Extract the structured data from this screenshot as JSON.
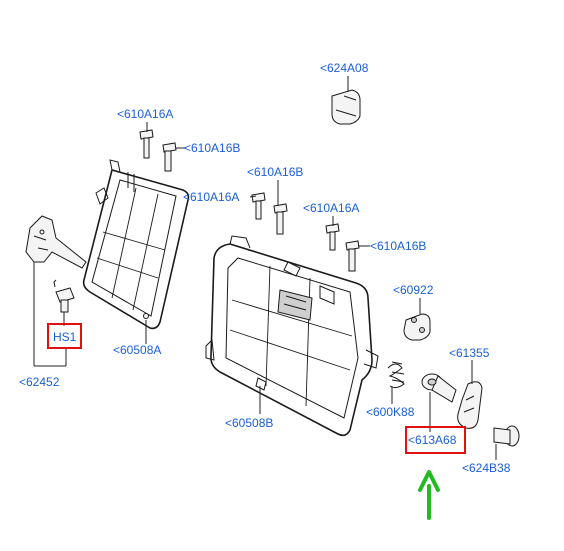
{
  "parts": [
    {
      "id": "p624A08",
      "text": "<624A08"
    },
    {
      "id": "p610A16A_1",
      "text": "<610A16A"
    },
    {
      "id": "p610A16B_1",
      "text": "<610A16B"
    },
    {
      "id": "p610A16B_2",
      "text": "<610A16B"
    },
    {
      "id": "p610A16A_2",
      "text": "<610A16A"
    },
    {
      "id": "p610A16A_3",
      "text": "<610A16A"
    },
    {
      "id": "p610A16B_3",
      "text": "<610A16B"
    },
    {
      "id": "p60922",
      "text": "<60922"
    },
    {
      "id": "p61355",
      "text": "<61355"
    },
    {
      "id": "pHS1",
      "text": "HS1"
    },
    {
      "id": "p62452",
      "text": "<62452"
    },
    {
      "id": "p60508A",
      "text": "<60508A"
    },
    {
      "id": "p60508B",
      "text": "<60508B"
    },
    {
      "id": "p600K88",
      "text": "<600K88"
    },
    {
      "id": "p613A68",
      "text": "<613A68"
    },
    {
      "id": "p624B38",
      "text": "<624B38"
    }
  ],
  "colors": {
    "label": "#1a5fd6",
    "highlight": "#e01010",
    "arrow": "#22bb22",
    "line": "#1a1a1a"
  },
  "highlighted": [
    "HS1",
    "<613A68"
  ],
  "indicator": {
    "icon": "up-arrow-icon",
    "target": "<613A68"
  }
}
